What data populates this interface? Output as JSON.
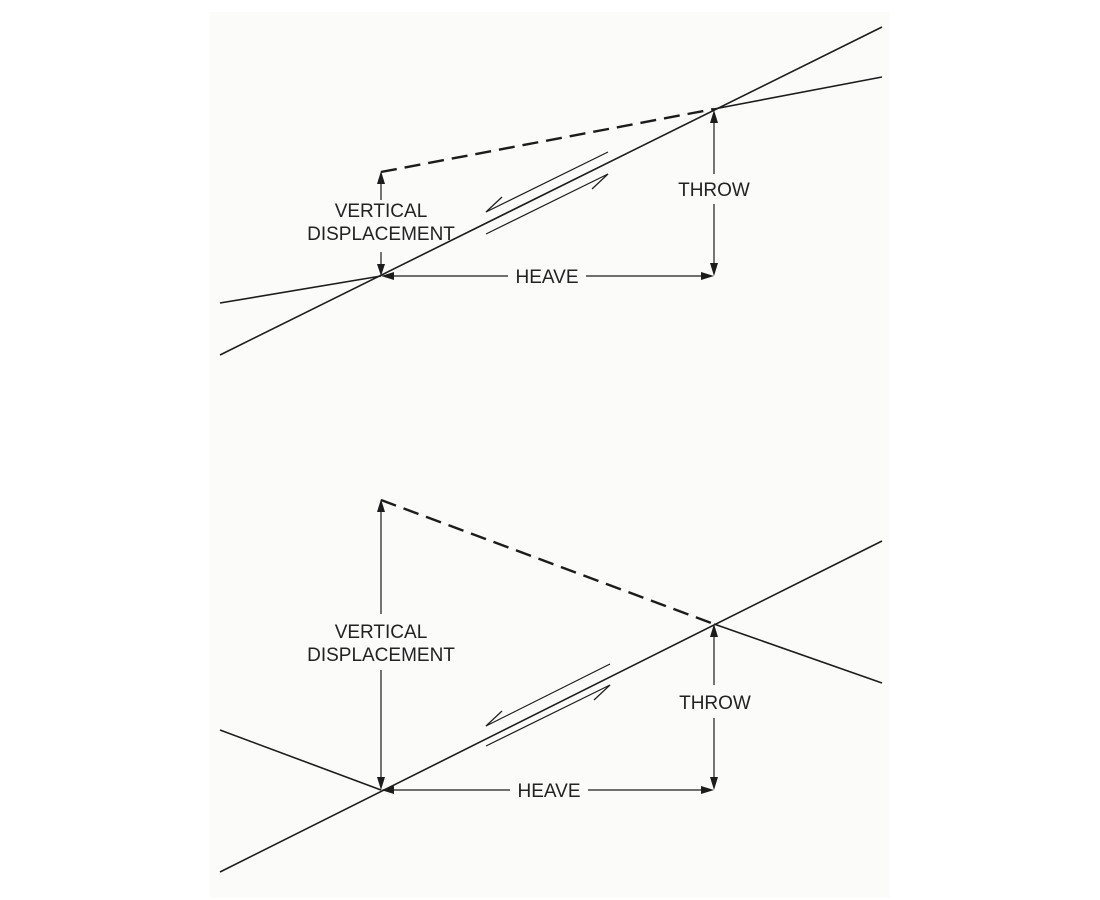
{
  "panels": [
    {
      "vertical_label_line1": "VERTICAL",
      "vertical_label_line2": "DISPLACEMENT",
      "throw_label": "THROW",
      "heave_label": "HEAVE"
    },
    {
      "vertical_label_line1": "VERTICAL",
      "vertical_label_line2": "DISPLACEMENT",
      "throw_label": "THROW",
      "heave_label": "HEAVE"
    }
  ]
}
